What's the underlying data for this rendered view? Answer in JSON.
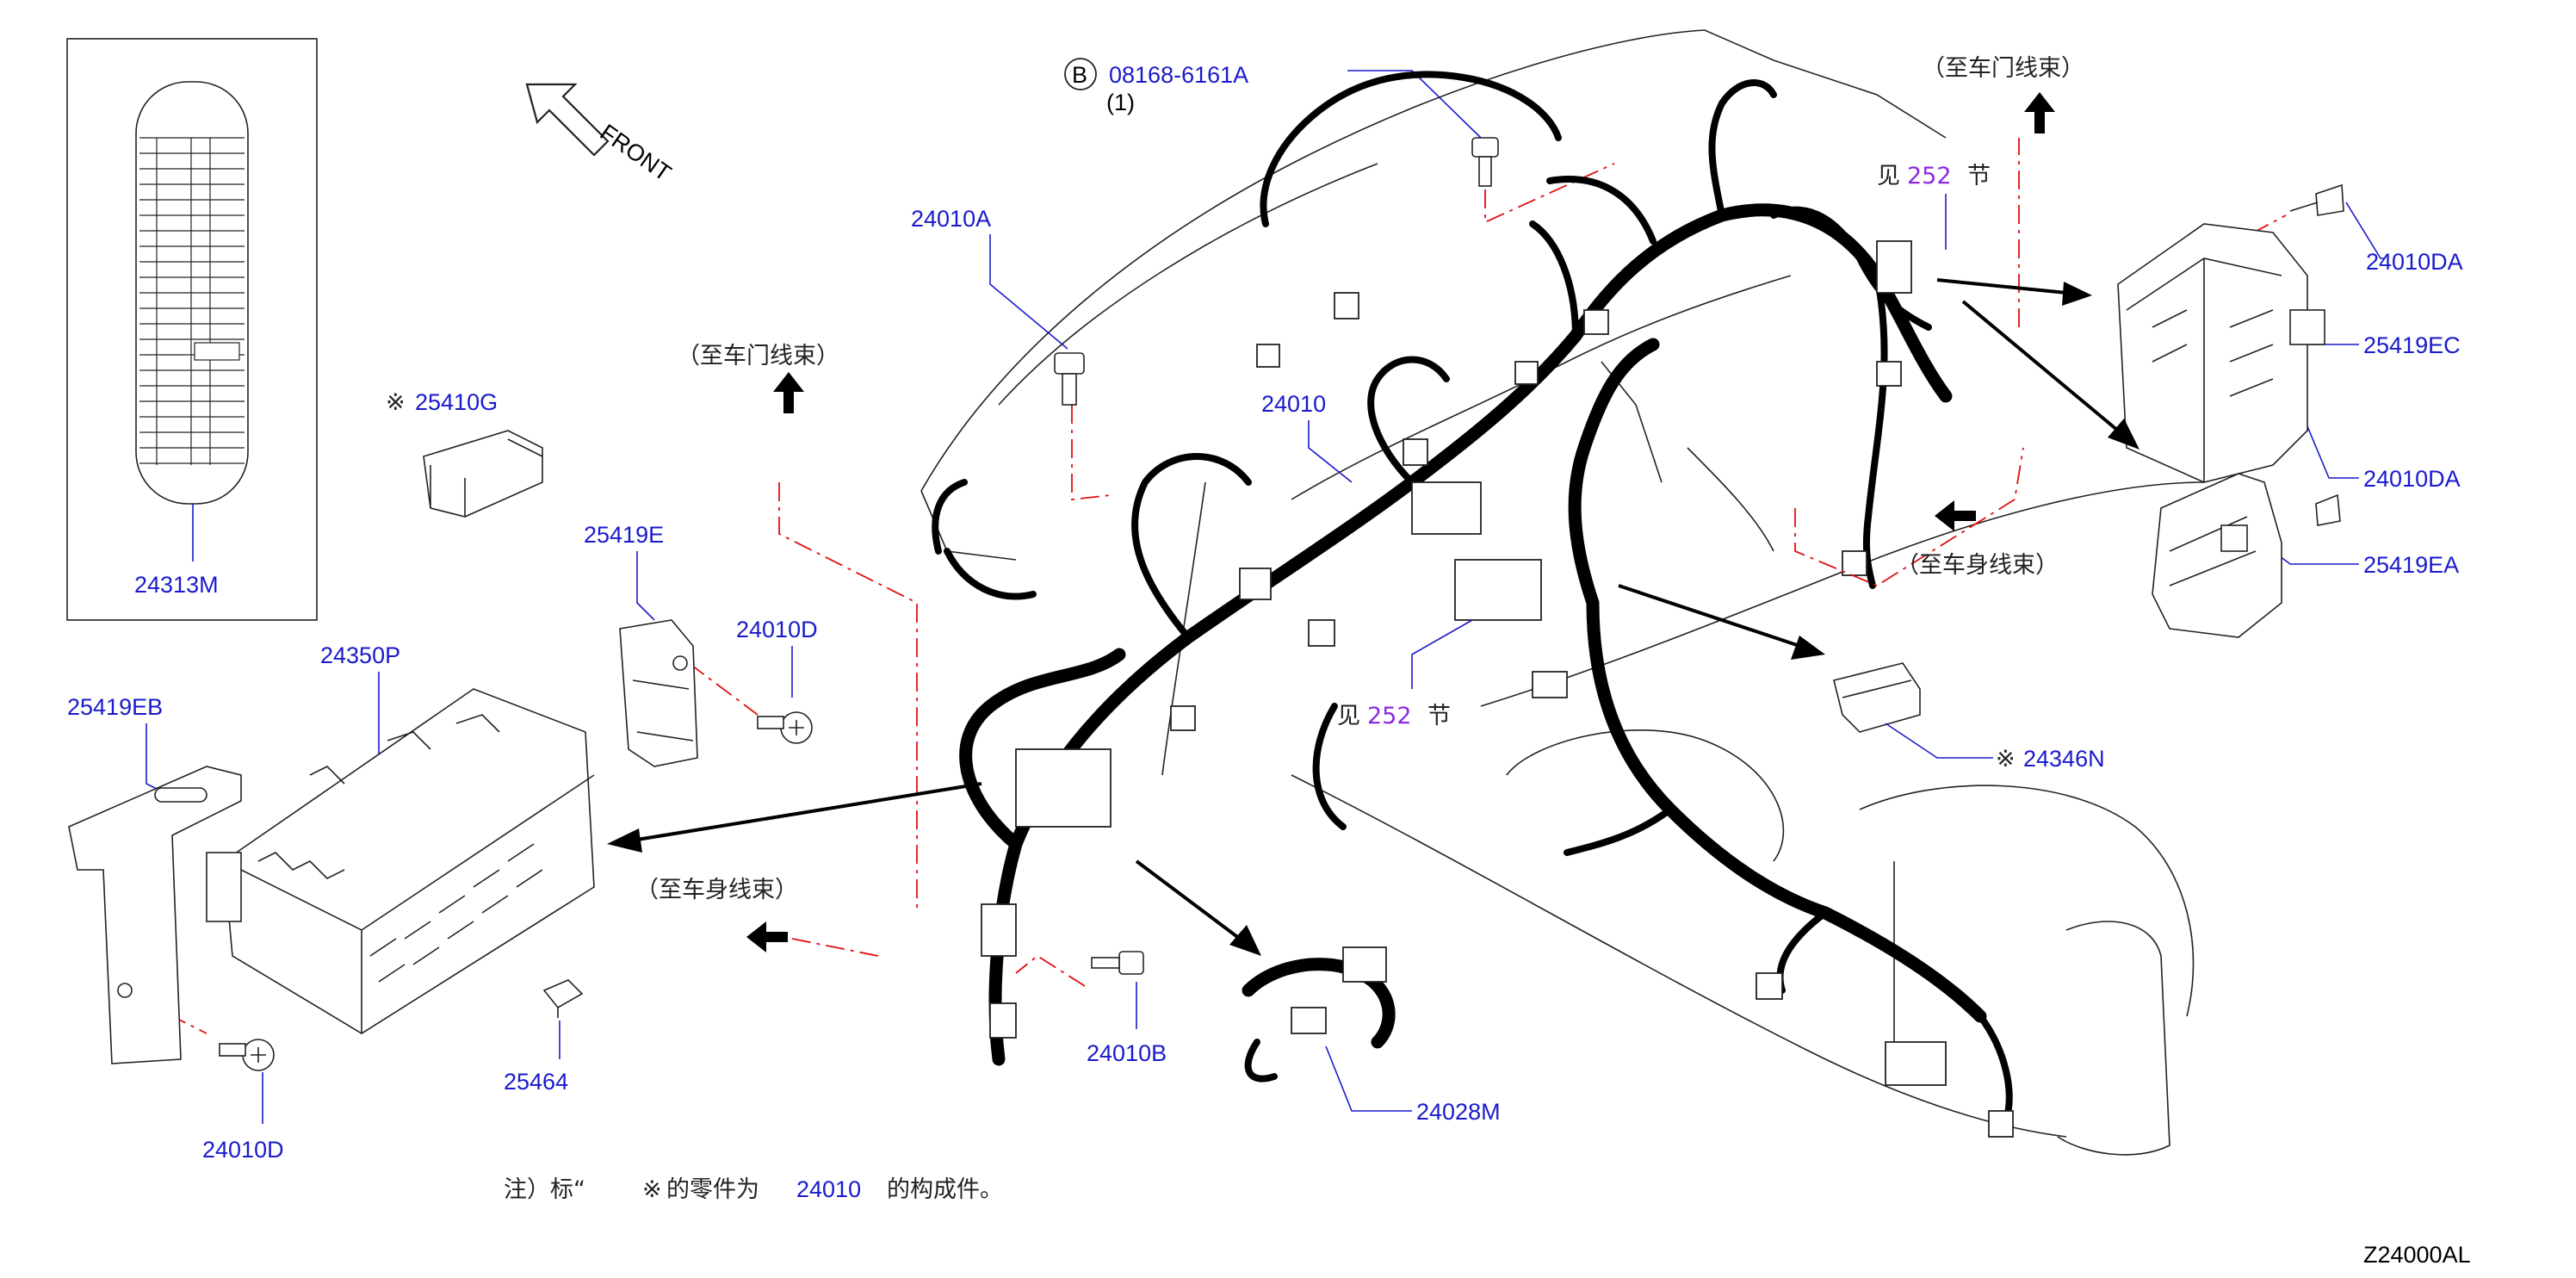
{
  "diagram_code": "Z24000AL",
  "front_label": "FRONT",
  "callouts": {
    "bolt_b": {
      "circle": "B",
      "part": "08168-6161A",
      "qty": "(1)"
    },
    "p24010A": "24010A",
    "p24010": "24010",
    "p25410G": {
      "mark": "※",
      "part": "25410G"
    },
    "p24313M": "24313M",
    "p25419E": "25419E",
    "p24010D_top": "24010D",
    "p24350P": "24350P",
    "p25419EB": "25419EB",
    "p24010D_bottom": "24010D",
    "p25464": "25464",
    "p24010B": "24010B",
    "p24028M": "24028M",
    "p24010DA_top": "24010DA",
    "p25419EC": "25419EC",
    "p24010DA_bottom": "24010DA",
    "p25419EA": "25419EA",
    "p24346N": {
      "mark": "※",
      "part": "24346N"
    }
  },
  "references": {
    "to_door_harness_left": "（至车门线束）",
    "to_door_harness_right": "（至车门线束）",
    "to_body_harness_right": "（至车身线束）",
    "to_body_harness_left": "（至车身线束）",
    "see_section_top": {
      "prefix": "见",
      "number": "252",
      "suffix": "节"
    },
    "see_section_mid": {
      "prefix": "见",
      "number": "252",
      "suffix": "节"
    }
  },
  "note": {
    "prefix": "注）标“",
    "mark": "※",
    "middle": "的零件为",
    "part": "24010",
    "suffix": "的构成件。"
  },
  "colors": {
    "part_number": "#1a1acc",
    "section_number": "#8a2be2",
    "dash_line": "#e01010",
    "harness": "#000000"
  }
}
